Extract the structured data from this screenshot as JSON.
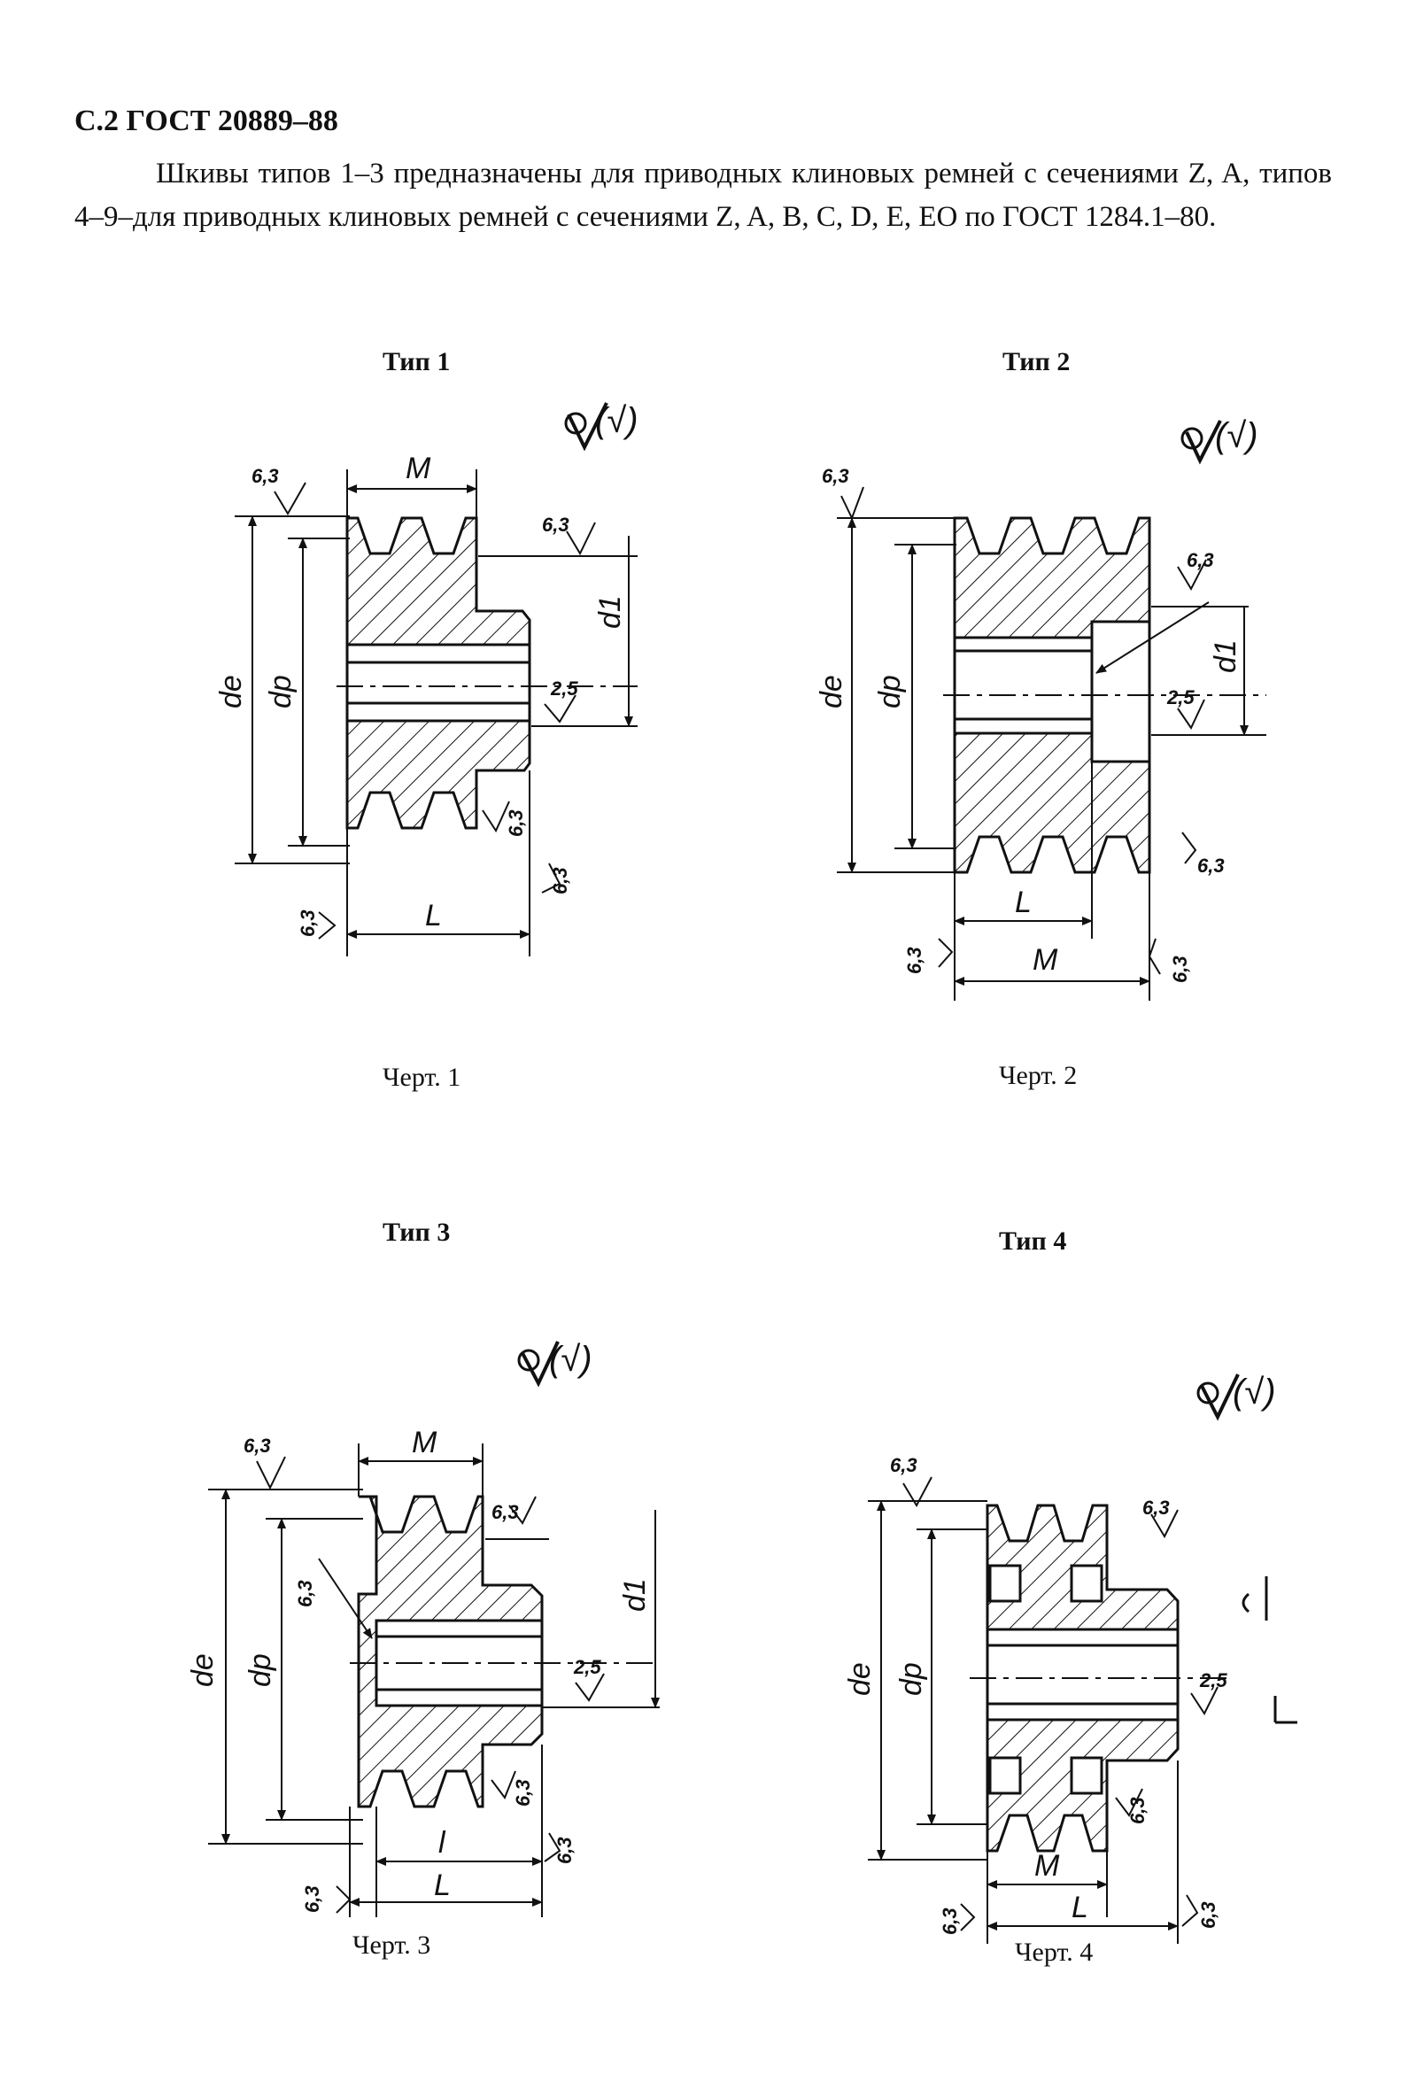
{
  "header": {
    "page_label": "С.2 ГОСТ 20889–88"
  },
  "intro": {
    "text": "Шкивы типов 1–3 предназначены для приводных клиновых ремней с сечениями Z, A, типов 4–9–для приводных клиновых ремней с сечениями Z, A, B, C, D, E, EO по ГОСТ 1284.1–80."
  },
  "figures": [
    {
      "title": "Тип 1",
      "caption": "Черт. 1"
    },
    {
      "title": "Тип 2",
      "caption": "Черт. 2"
    },
    {
      "title": "Тип 3",
      "caption": "Черт. 3"
    },
    {
      "title": "Тип 4",
      "caption": "Черт. 4"
    }
  ],
  "labels": {
    "de": "de",
    "dp": "dp",
    "d1": "d1",
    "M": "M",
    "L": "L",
    "l": "l",
    "rough_63": "6,3",
    "rough_25": "2,5",
    "rough_sym": "(√)"
  }
}
